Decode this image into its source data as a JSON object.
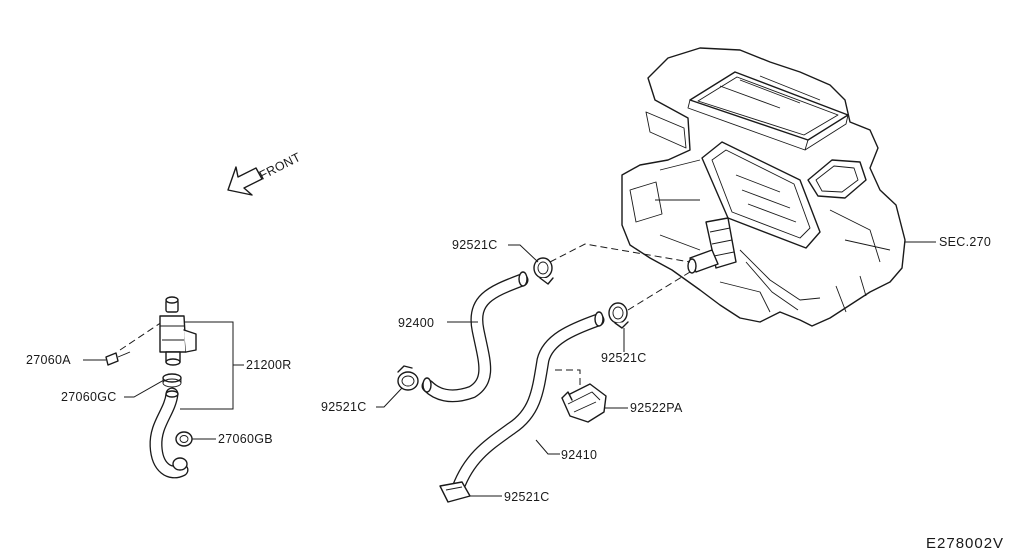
{
  "diagram": {
    "direction_label": "FRONT",
    "drawing_code": "E278002V",
    "callouts": {
      "heater_unit": "SEC.270",
      "clamp_top": "92521C",
      "hose_upper": "92400",
      "clamp_right_mid": "92521C",
      "clamp_left": "92521C",
      "connector": "92522PA",
      "hose_lower": "92410",
      "clamp_bottom": "92521C",
      "bolt": "27060A",
      "valve_assembly": "21200R",
      "valve_clamp": "27060GC",
      "valve_hose_clamp": "27060GB"
    }
  }
}
